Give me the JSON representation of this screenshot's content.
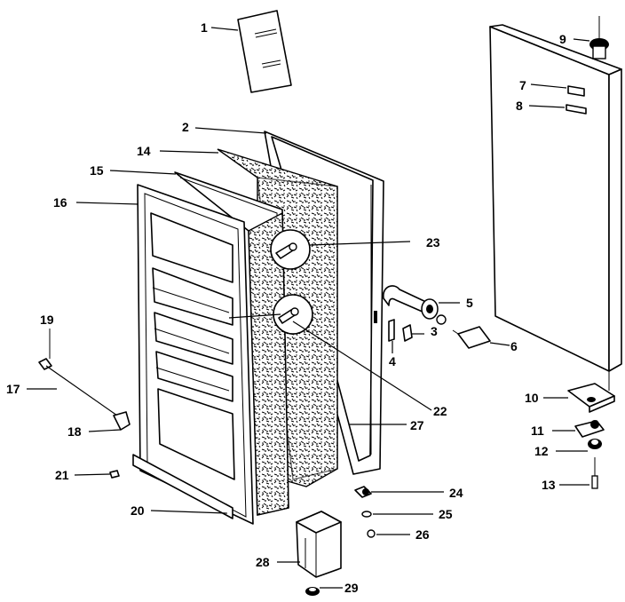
{
  "labels": {
    "l1": "1",
    "l2": "2",
    "l3": "3",
    "l4": "4",
    "l5": "5",
    "l6": "6",
    "l7": "7",
    "l8": "8",
    "l9": "9",
    "l10": "10",
    "l11": "11",
    "l12": "12",
    "l13": "13",
    "l14": "14",
    "l15": "15",
    "l16": "16",
    "l17": "17",
    "l18": "18",
    "l19": "19",
    "l20": "20",
    "l21": "21",
    "l22": "22",
    "l23": "23",
    "l24": "24",
    "l25": "25",
    "l26": "26",
    "l27": "27",
    "l28": "28",
    "l29": "29"
  },
  "colors": {
    "ink": "#000000",
    "paper": "#ffffff"
  }
}
